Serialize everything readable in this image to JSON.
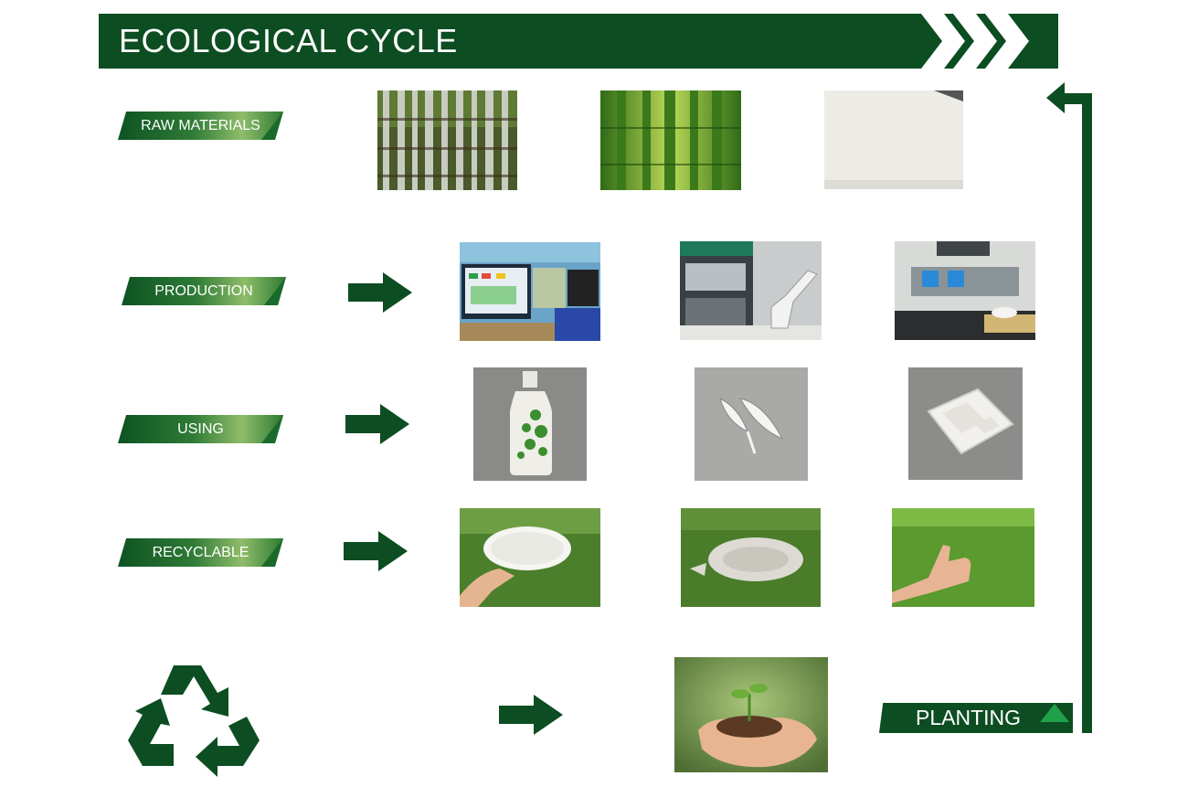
{
  "header": {
    "title": "ECOLOGICAL CYCLE"
  },
  "stages": {
    "raw_materials": "RAW MATERIALS",
    "production": "PRODUCTION",
    "using": "USING",
    "recyclable": "RECYCLABLE",
    "planting": "PLANTING"
  },
  "colors": {
    "brand_green": "#0d4d22",
    "accent_green": "#1fa04a",
    "light_green": "#8fbd6a"
  },
  "icons": {
    "recycle": "recycle-icon",
    "arrow": "arrow-right-icon",
    "cycle_arrow": "arrow-left-up-icon"
  }
}
